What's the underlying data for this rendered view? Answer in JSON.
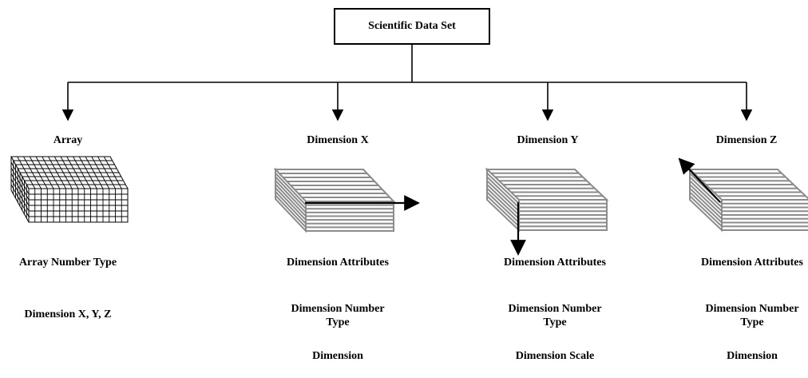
{
  "root": {
    "label": "Scientific Data Set"
  },
  "branches": [
    {
      "title": "Array",
      "details": [
        "Array Number Type",
        "Dimension X, Y, Z"
      ],
      "arrow": "none"
    },
    {
      "title": "Dimension X",
      "details": [
        "Dimension Attributes",
        "Dimension Number Type",
        "Dimension"
      ],
      "arrow": "x-axis"
    },
    {
      "title": "Dimension Y",
      "details": [
        "Dimension Attributes",
        "Dimension Number Type",
        "Dimension Scale"
      ],
      "arrow": "y-axis"
    },
    {
      "title": "Dimension Z",
      "details": [
        "Dimension Attributes",
        "Dimension Number Type",
        "Dimension"
      ],
      "arrow": "z-axis"
    }
  ],
  "colors": {
    "stroke": "#000000",
    "slab": "#8c8c8c"
  }
}
